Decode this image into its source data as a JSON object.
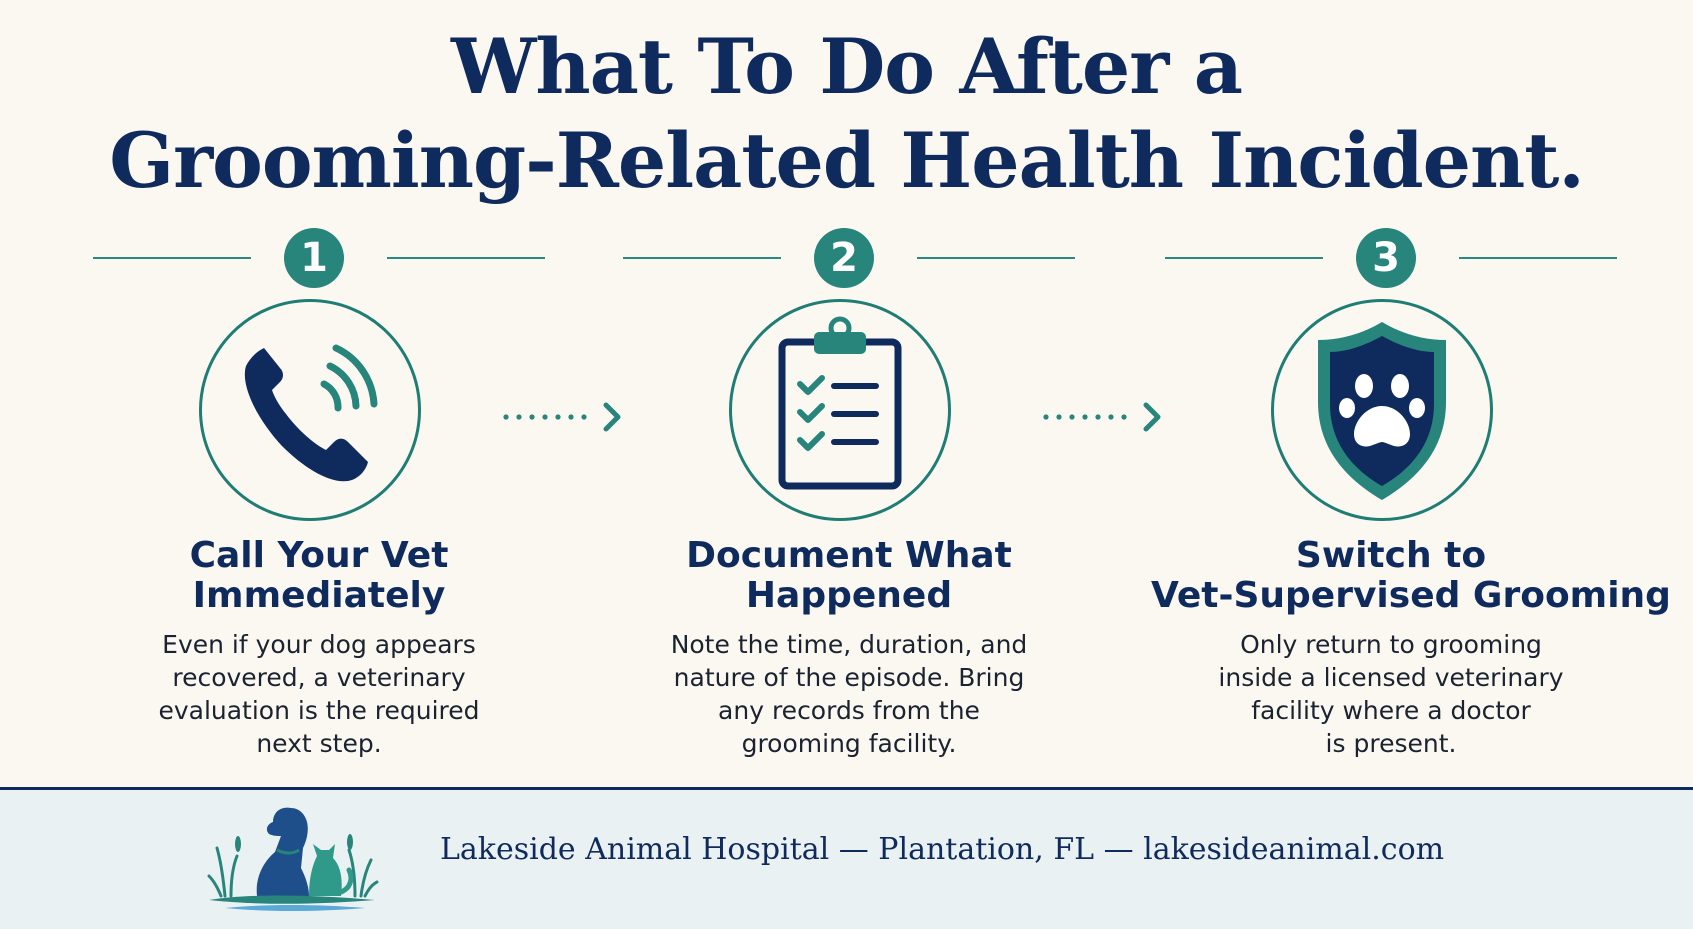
{
  "title": {
    "line1": "What To Do After a",
    "line2": "Grooming-Related Health Incident."
  },
  "steps": [
    {
      "number": "1",
      "icon": "phone-icon",
      "heading_line1": "Call Your Vet",
      "heading_line2": "Immediately",
      "desc_lines": [
        "Even if your dog appears",
        "recovered, a veterinary",
        "evaluation is the required",
        "next step."
      ]
    },
    {
      "number": "2",
      "icon": "clipboard-checklist-icon",
      "heading_line1": "Document What",
      "heading_line2": "Happened",
      "desc_lines": [
        "Note the time, duration, and",
        "nature of the episode. Bring",
        "any records from the",
        "grooming facility."
      ]
    },
    {
      "number": "3",
      "icon": "shield-paw-icon",
      "heading_line1": "Switch to",
      "heading_line2": "Vet-Supervised Grooming",
      "desc_lines": [
        "Only return to grooming",
        "inside a licensed veterinary",
        "facility where a doctor",
        "is present."
      ]
    }
  ],
  "footer": {
    "text": "Lakeside Animal Hospital — Plantation, FL — lakesideanimal.com",
    "logo_icon": "dog-cat-logo-icon"
  },
  "colors": {
    "navy": "#0f2a5c",
    "teal": "#27857b",
    "background": "#fbf8f2",
    "footer_background": "#eaf1f3"
  }
}
